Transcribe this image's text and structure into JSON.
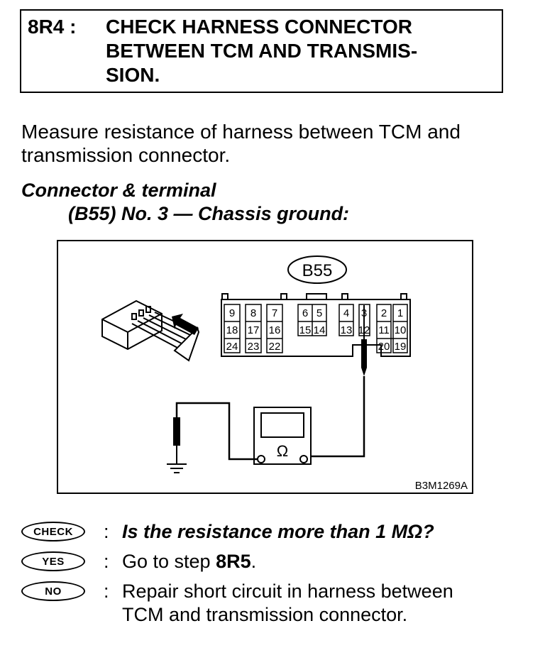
{
  "step": {
    "id": "8R4 :",
    "title_lines": [
      "CHECK HARNESS CONNECTOR",
      "BETWEEN TCM AND TRANSMIS-",
      "SION."
    ]
  },
  "intro_lines": [
    "Measure resistance of harness between TCM and",
    "transmission connector."
  ],
  "connector_terminal": {
    "heading": "Connector & terminal",
    "spec": "(B55) No. 3 — Chassis ground:"
  },
  "diagram": {
    "connector_label": "B55",
    "pins_row1": [
      "9",
      "8",
      "7",
      "6",
      "5",
      "4",
      "3",
      "2",
      "1"
    ],
    "pins_row2": [
      "18",
      "17",
      "16",
      "15",
      "14",
      "13",
      "12",
      "11",
      "10"
    ],
    "pins_row3": [
      "24",
      "23",
      "22",
      "20",
      "19"
    ],
    "meter_symbol": "Ω",
    "figure_code": "B3M1269A"
  },
  "qa": {
    "check": {
      "badge": "CHECK",
      "colon": ":",
      "text": "Is the resistance more than 1 MΩ?"
    },
    "yes": {
      "badge": "YES",
      "colon": ":",
      "prefix": "Go to step ",
      "step": "8R5",
      "suffix": "."
    },
    "no": {
      "badge": "NO",
      "colon": ":",
      "lines": [
        "Repair short circuit in harness between",
        "TCM and transmission connector."
      ]
    }
  }
}
